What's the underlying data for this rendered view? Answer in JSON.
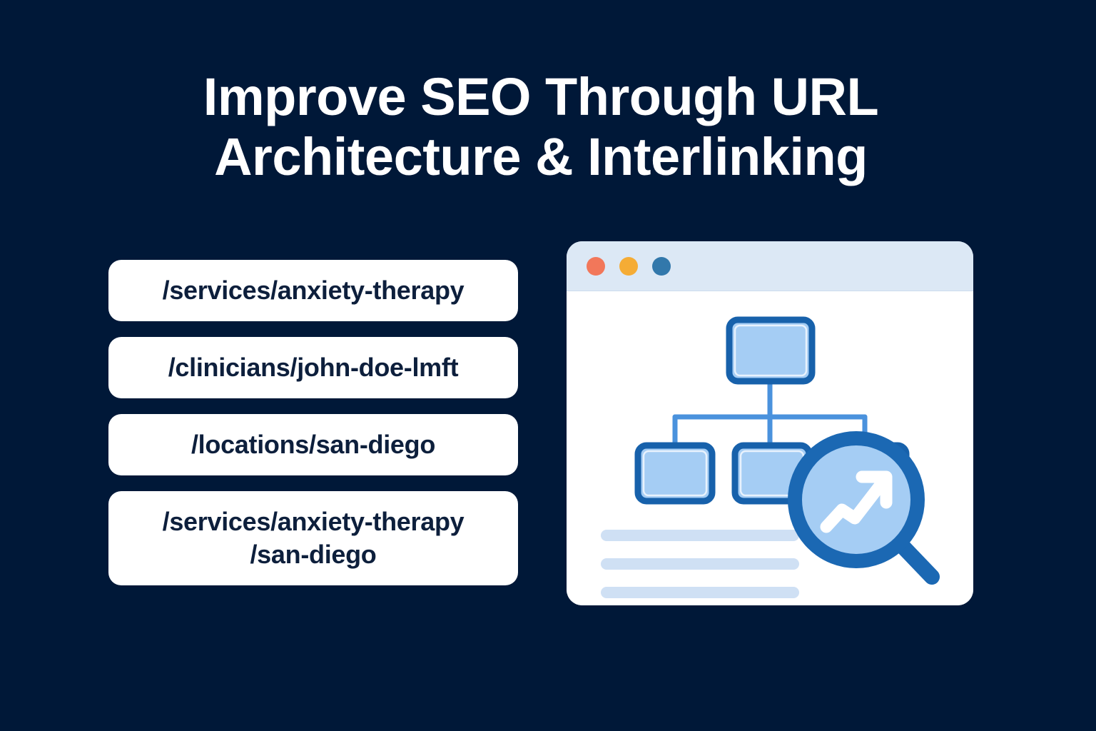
{
  "background_color": "#001838",
  "header": {
    "title": "Improve SEO Through URL\nArchitecture & Interlinking",
    "title_color": "#ffffff"
  },
  "url_examples": {
    "card_background": "#ffffff",
    "text_color": "#0d1f3c",
    "items": [
      {
        "path": "/services/anxiety-therapy",
        "lines": 1
      },
      {
        "path": "/clinicians/john-doe-lmft",
        "lines": 1
      },
      {
        "path": "/locations/san-diego",
        "lines": 1
      },
      {
        "path": "/services/anxiety-therapy\n/san-diego",
        "lines": 2
      }
    ]
  },
  "illustration": {
    "name": "browser-window-site-architecture",
    "window": {
      "background": "#ffffff",
      "titlebar_color": "#dce8f5",
      "traffic_lights": [
        {
          "name": "close-dot",
          "color": "#f2775a"
        },
        {
          "name": "minimize-dot",
          "color": "#f5ac35"
        },
        {
          "name": "maximize-dot",
          "color": "#3278ab"
        }
      ]
    },
    "sitemap_tree": {
      "node_fill": "#a5cdf4",
      "node_border": "#1761ab",
      "connector_color": "#4a92dd",
      "root_nodes": 1,
      "child_nodes": 3
    },
    "text_placeholder_lines": {
      "count": 3,
      "color": "#cfe0f4"
    },
    "magnifier": {
      "ring_color": "#1b68b3",
      "lens_fill": "#a5cdf4",
      "handle_color": "#1b68b3",
      "arrow_color": "#ffffff",
      "arrow_name": "trending-up-arrow-icon"
    }
  }
}
